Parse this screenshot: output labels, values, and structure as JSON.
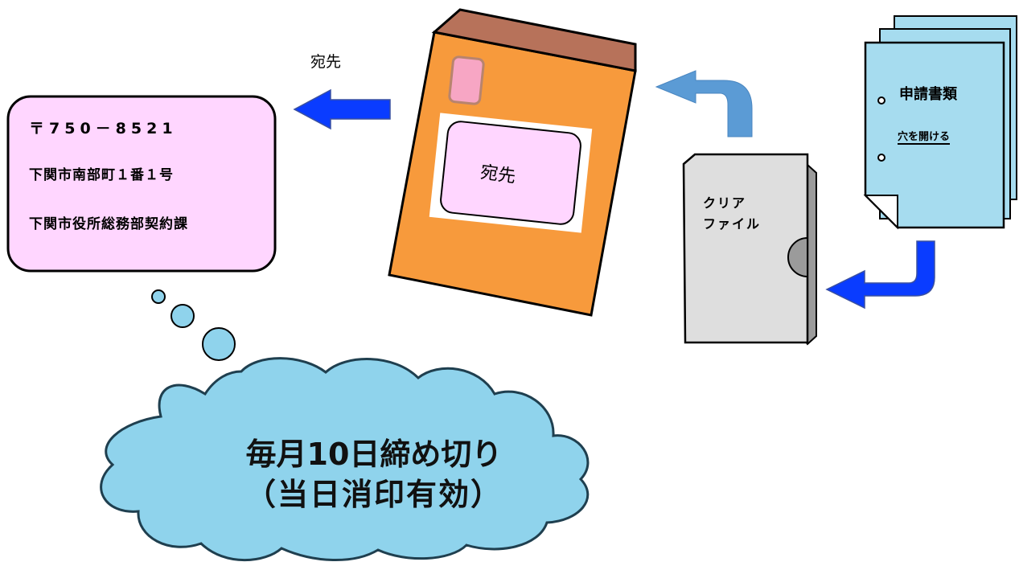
{
  "address": {
    "postal": "〒750－8521",
    "city": "下関市南部町１番１号",
    "office": "下関市役所総務部契約課"
  },
  "envelope": {
    "top_label": "宛先",
    "label_label": "宛先"
  },
  "clear_file": {
    "label_line1": "クリア",
    "label_line2": "ファイル"
  },
  "documents": {
    "title": "申請書類",
    "note": "穴を開ける"
  },
  "deadline": {
    "line1": "毎月10日締め切り",
    "line2": "（当日消印有効）"
  },
  "colors": {
    "address_box": "#ffd6ff",
    "envelope": "#f79a3c",
    "envelope_flap": "#b7725a",
    "cloud": "#8fd3ec",
    "blue_arrow": "#0a3cff",
    "light_arrow": "#5b9bd5",
    "documents": "#a6dcef",
    "clear_file": "#dedede"
  }
}
